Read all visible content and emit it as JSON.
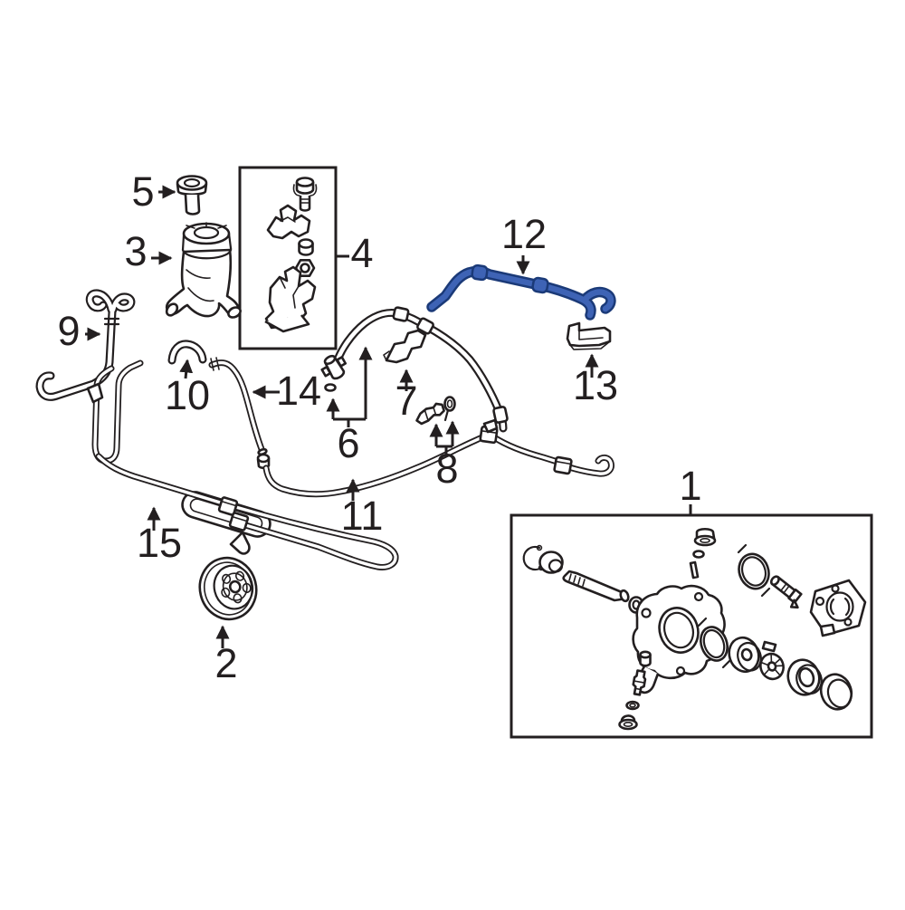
{
  "page": {
    "background_color": "#ffffff"
  },
  "diagram": {
    "kind": "exploded-parts-diagram",
    "line_color": "#231f20",
    "highlight": {
      "part_number": "12",
      "fill_color": "#3e63b5",
      "outline_color": "#1b3a78"
    },
    "parts": [
      {
        "number": "1"
      },
      {
        "number": "2"
      },
      {
        "number": "3"
      },
      {
        "number": "4"
      },
      {
        "number": "5"
      },
      {
        "number": "6"
      },
      {
        "number": "7"
      },
      {
        "number": "8"
      },
      {
        "number": "9"
      },
      {
        "number": "10"
      },
      {
        "number": "11"
      },
      {
        "number": "12"
      },
      {
        "number": "13"
      },
      {
        "number": "14"
      },
      {
        "number": "15"
      }
    ]
  }
}
